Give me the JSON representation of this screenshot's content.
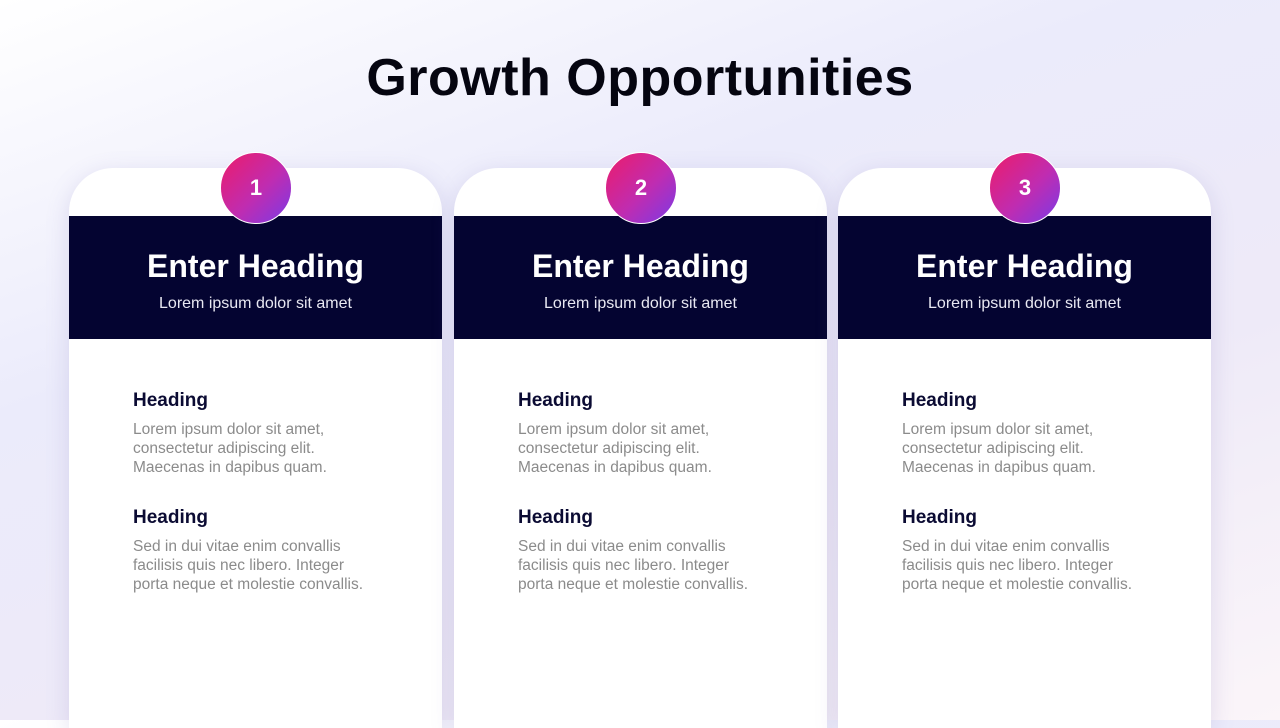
{
  "title": "Growth Opportunities",
  "cards": [
    {
      "number": "1",
      "heading": "Enter Heading",
      "subheading": "Lorem ipsum dolor sit amet",
      "sections": [
        {
          "heading": "Heading",
          "text": "Lorem ipsum dolor sit amet, consectetur adipiscing elit. Maecenas in dapibus quam."
        },
        {
          "heading": "Heading",
          "text": "Sed in dui vitae enim convallis facilisis quis nec libero. Integer porta neque et molestie convallis."
        }
      ]
    },
    {
      "number": "2",
      "heading": "Enter Heading",
      "subheading": "Lorem ipsum dolor sit amet",
      "sections": [
        {
          "heading": "Heading",
          "text": "Lorem ipsum dolor sit amet, consectetur adipiscing elit. Maecenas in dapibus quam."
        },
        {
          "heading": "Heading",
          "text": "Sed in dui vitae enim convallis facilisis quis nec libero. Integer porta neque et molestie convallis."
        }
      ]
    },
    {
      "number": "3",
      "heading": "Enter Heading",
      "subheading": "Lorem ipsum dolor sit amet",
      "sections": [
        {
          "heading": "Heading",
          "text": "Lorem ipsum dolor sit amet, consectetur adipiscing elit. Maecenas in dapibus quam."
        },
        {
          "heading": "Heading",
          "text": "Sed in dui vitae enim convallis facilisis quis nec libero. Integer porta neque et molestie convallis."
        }
      ]
    }
  ],
  "colors": {
    "band": "#040431",
    "badge_start": "#ec1c6a",
    "badge_end": "#7b3ae6"
  }
}
